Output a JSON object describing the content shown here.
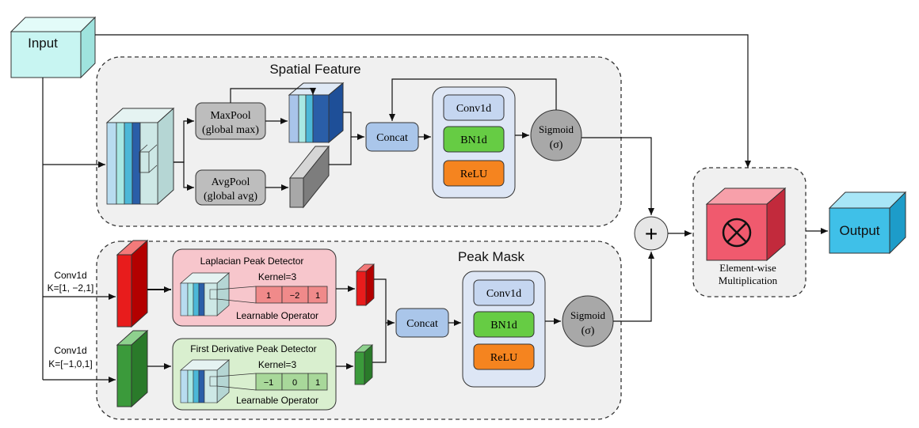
{
  "input": {
    "label": "Input"
  },
  "output": {
    "label": "Output"
  },
  "spatial": {
    "title": "Spatial Feature",
    "maxpool": {
      "line1": "MaxPool",
      "line2": "(global max)"
    },
    "avgpool": {
      "line1": "AvgPool",
      "line2": "(global avg)"
    },
    "concat": "Concat",
    "conv": "Conv1d",
    "bn": "BN1d",
    "relu": "ReLU",
    "sigmoid": {
      "line1": "Sigmoid",
      "line2": "(σ)"
    }
  },
  "peak": {
    "title": "Peak Mask",
    "conv_top": {
      "line1": "Conv1d",
      "line2": "K=[1, −2,1]"
    },
    "conv_bottom": {
      "line1": "Conv1d",
      "line2": "K=[−1,0,1]"
    },
    "laplacian": {
      "title": "Laplacian Peak Detector",
      "kernel_label": "Kernel=3",
      "kernel": [
        "1",
        "−2",
        "1"
      ],
      "operator": "Learnable Operator"
    },
    "derivative": {
      "title": "First Derivative Peak Detector",
      "kernel_label": "Kernel=3",
      "kernel": [
        "−1",
        "0",
        "1"
      ],
      "operator": "Learnable Operator"
    },
    "concat": "Concat",
    "conv": "Conv1d",
    "bn": "BN1d",
    "relu": "ReLU",
    "sigmoid": {
      "line1": "Sigmoid",
      "line2": "(σ)"
    }
  },
  "merge": {
    "plus_symbol": "+",
    "mult_symbol": "⊗",
    "mult_label_line1": "Element-wise",
    "mult_label_line2": "Multiplication"
  },
  "colors": {
    "input_cube": "#c8f5f2",
    "output_cube": "#3fc0e8",
    "maxpool_gray": "#bdbdbd",
    "concat_blue": "#aac6ea",
    "conv_blue": "#c5d6f0",
    "bn_green": "#66cc44",
    "relu_orange": "#f5841f",
    "sigmoid_gray": "#a8a8a8",
    "laplacian_pink": "#f7c6cc",
    "derivative_green": "#d9efcf",
    "mult_red": "#f05a6e",
    "panel_gray": "#f0f0f0"
  }
}
